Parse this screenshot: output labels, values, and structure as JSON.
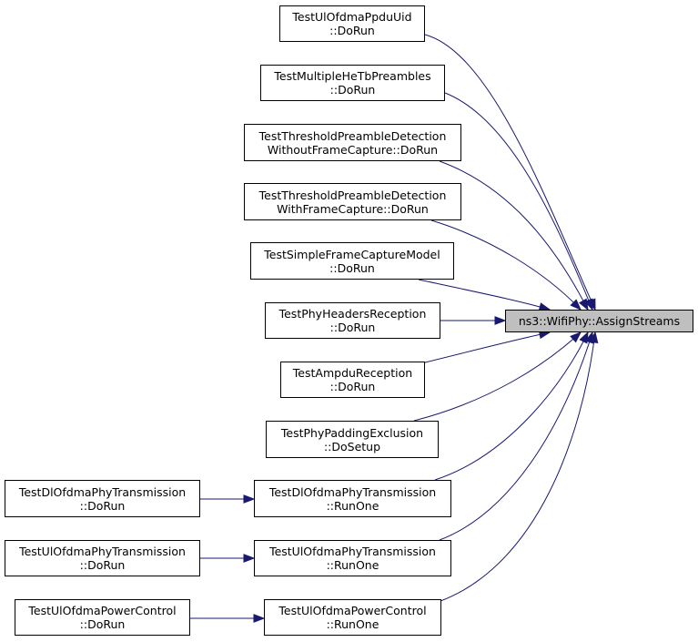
{
  "graph": {
    "edge_color": "#191970",
    "target": {
      "label": "ns3::WifiPhy::AssignStreams",
      "fill": "#bfbfbf"
    },
    "callers": [
      {
        "line1": "TestUlOfdmaPpduUid",
        "line2": "::DoRun"
      },
      {
        "line1": "TestMultipleHeTbPreambles",
        "line2": "::DoRun"
      },
      {
        "line1": "TestThresholdPreambleDetection",
        "line2": "WithoutFrameCapture::DoRun"
      },
      {
        "line1": "TestThresholdPreambleDetection",
        "line2": "WithFrameCapture::DoRun"
      },
      {
        "line1": "TestSimpleFrameCaptureModel",
        "line2": "::DoRun"
      },
      {
        "line1": "TestPhyHeadersReception",
        "line2": "::DoRun"
      },
      {
        "line1": "TestAmpduReception",
        "line2": "::DoRun"
      },
      {
        "line1": "TestPhyPaddingExclusion",
        "line2": "::DoSetup"
      },
      {
        "line1": "TestDlOfdmaPhyTransmission",
        "line2": "::RunOne"
      },
      {
        "line1": "TestUlOfdmaPhyTransmission",
        "line2": "::RunOne"
      },
      {
        "line1": "TestUlOfdmaPowerControl",
        "line2": "::RunOne"
      }
    ],
    "second_level": [
      {
        "line1": "TestDlOfdmaPhyTransmission",
        "line2": "::DoRun"
      },
      {
        "line1": "TestUlOfdmaPhyTransmission",
        "line2": "::DoRun"
      },
      {
        "line1": "TestUlOfdmaPowerControl",
        "line2": "::DoRun"
      }
    ]
  }
}
